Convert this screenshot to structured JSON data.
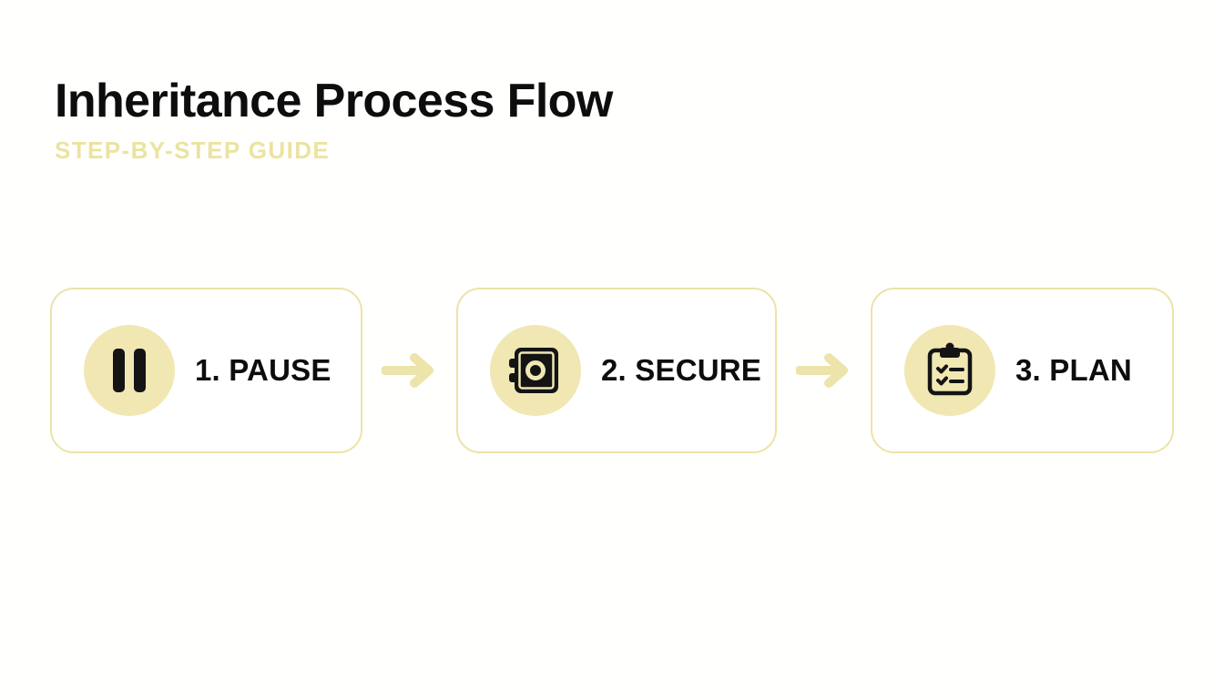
{
  "header": {
    "title": "Inheritance Process Flow",
    "subtitle": "STEP-BY-STEP GUIDE"
  },
  "flow": {
    "steps": [
      {
        "label": "1. PAUSE",
        "icon": "pause-icon"
      },
      {
        "label": "2. SECURE",
        "icon": "safe-icon"
      },
      {
        "label": "3. PLAN",
        "icon": "clipboard-checklist-icon"
      }
    ],
    "connectors": [
      {
        "icon": "arrow-right-icon"
      },
      {
        "icon": "arrow-right-icon"
      }
    ]
  },
  "colors": {
    "background": "#fffffe",
    "text": "#0d0d0d",
    "accent_pale_yellow": "#ece3a0",
    "card_border": "#ece3a8",
    "badge_fill": "#f0e7b3",
    "arrow": "#ede4ab"
  }
}
